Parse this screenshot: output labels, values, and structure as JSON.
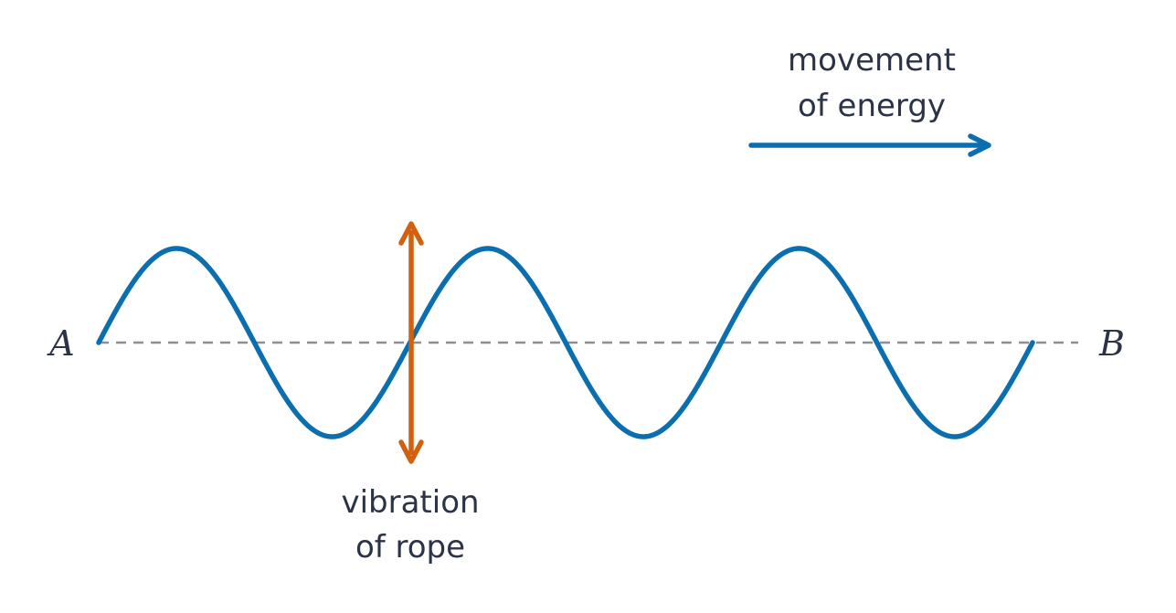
{
  "points": {
    "start": "A",
    "end": "B"
  },
  "labels": {
    "energy_line1": "movement",
    "energy_line2": "of energy",
    "vibration_line1": "vibration",
    "vibration_line2": "of rope"
  },
  "colors": {
    "wave": "#0a6eaf",
    "energy_arrow": "#0a6eaf",
    "vibration_arrow": "#d2600e",
    "baseline": "#8e8e96",
    "text": "#2b3346"
  },
  "wave": {
    "cycles": 3
  }
}
